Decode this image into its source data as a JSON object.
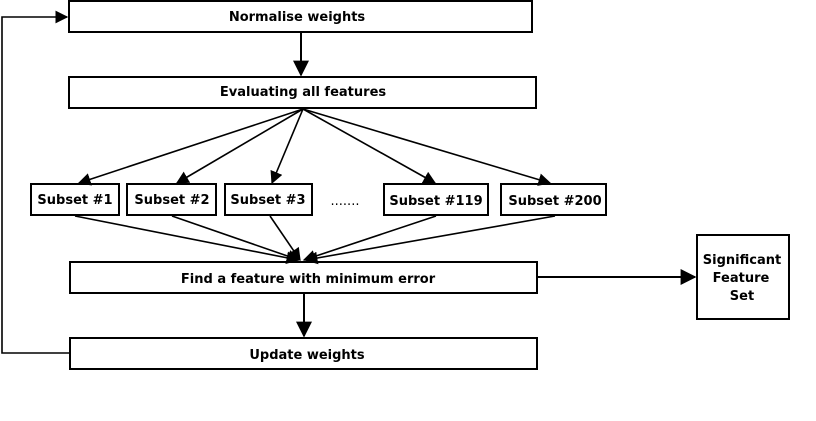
{
  "nodes": {
    "normalise": "Normalise weights",
    "evaluate": "Evaluating all features",
    "subsets": [
      "Subset #1",
      "Subset #2",
      "Subset #3",
      "Subset #119",
      "Subset #200"
    ],
    "ellipsis": ".......",
    "find_min": "Find a feature with minimum error",
    "update": "Update weights",
    "significant": [
      "Significant",
      "Feature",
      "Set"
    ]
  },
  "colors": {
    "stroke": "#000000",
    "background": "#ffffff"
  }
}
